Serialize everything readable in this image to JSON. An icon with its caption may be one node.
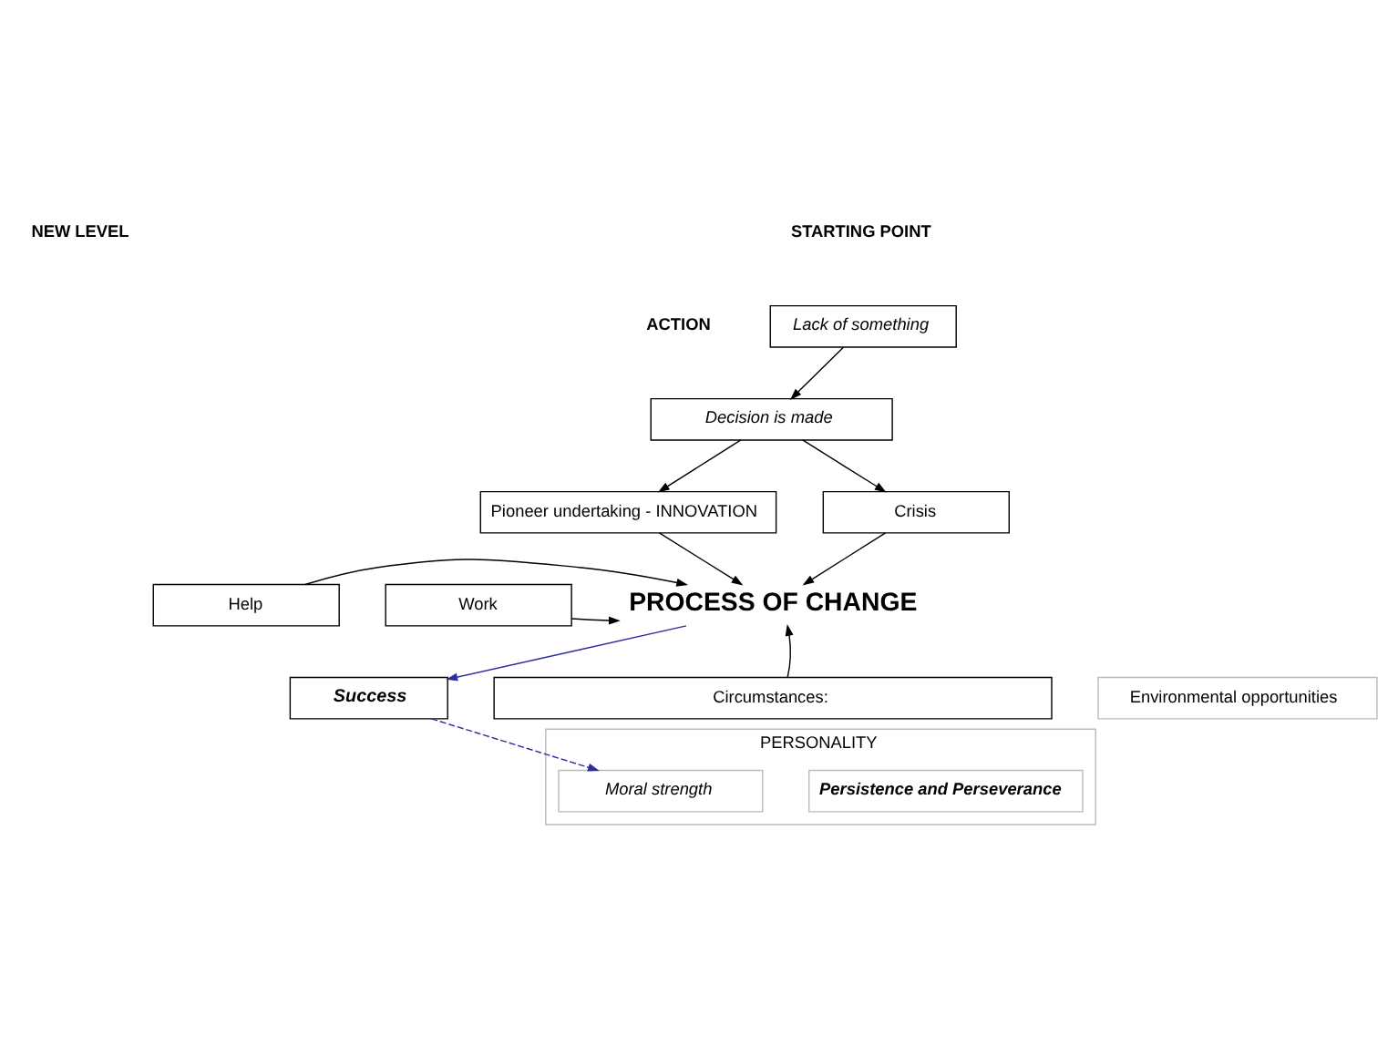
{
  "diagram": {
    "nodes": [
      {
        "text": [
          "Lack of something"
        ]
      },
      {
        "text": [
          "Decision is made"
        ]
      },
      {
        "text": [
          "Pioneer undertaking - INNOVATION"
        ]
      },
      {
        "text": [
          "Crisis"
        ]
      },
      {
        "text": [
          "Work"
        ]
      },
      {
        "text": [
          "PROCESS OF CHANGE"
        ]
      },
      {
        "text": [
          "Help"
        ]
      },
      {
        "text": [
          "Circumstances:"
        ]
      },
      {
        "text": [
          "Environmental opportunities"
        ]
      },
      {
        "text": [
          "PERSONALITY"
        ]
      },
      {
        "text": [
          "Persistence and Perseverance"
        ],
        "in": 9
      },
      {
        "text": [
          "Moral strength"
        ],
        "in": 9
      },
      {
        "text": [
          "Success"
        ]
      }
    ],
    "edges": [
      {
        "from": 0,
        "to": 1,
        "arrow": "to"
      },
      {
        "from": 1,
        "to": 2,
        "arrow": "to"
      },
      {
        "from": 1,
        "to": 3,
        "arrow": "to"
      },
      {
        "from": 2,
        "to": 5,
        "arrow": "to"
      },
      {
        "from": 3,
        "to": 5,
        "arrow": "to"
      },
      {
        "from": 4,
        "to": 5,
        "arrow": "to"
      },
      {
        "from": 6,
        "to": 5,
        "arrow": "to"
      },
      {
        "from": 7,
        "to": 5,
        "arrow": "to"
      },
      {
        "from": 5,
        "to": 12,
        "arrow": "to",
        "color": "#2e2e9e"
      },
      {
        "from": 12,
        "to": 11,
        "arrow": "to",
        "style": "dashed",
        "color": "#2e2e9e"
      }
    ],
    "labels": [
      "NEW LEVEL",
      "STARTING POINT",
      "ACTION"
    ]
  }
}
